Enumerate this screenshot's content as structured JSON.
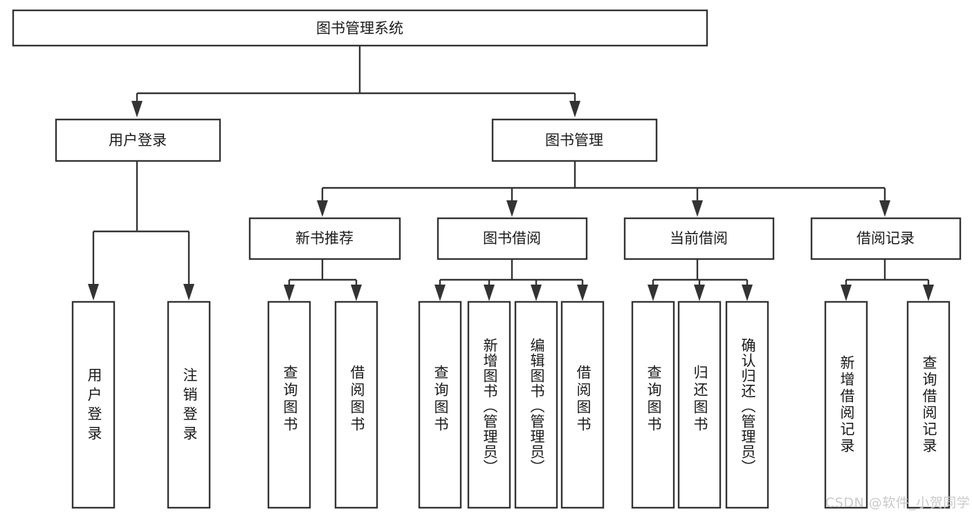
{
  "diagram": {
    "title": "图书管理系统",
    "type": "tree-hierarchy-diagram",
    "watermark": "CSDN @软件_小贺同学",
    "colors": {
      "stroke": "#333333",
      "box_fill": "#ffffff",
      "text": "#1a1a1a",
      "background": "#ffffff",
      "watermark": "#c9c9c9"
    },
    "root": {
      "label": "图书管理系统"
    },
    "level2": [
      {
        "label": "用户登录"
      },
      {
        "label": "图书管理"
      }
    ],
    "level3": [
      {
        "label": "新书推荐"
      },
      {
        "label": "图书借阅"
      },
      {
        "label": "当前借阅"
      },
      {
        "label": "借阅记录"
      }
    ],
    "leaves": {
      "user_login": [
        {
          "label": "用户登录"
        },
        {
          "label": "注销登录"
        }
      ],
      "new_book_recommend": [
        {
          "label": "查询图书"
        },
        {
          "label": "借阅图书"
        }
      ],
      "book_borrow": [
        {
          "label": "查询图书"
        },
        {
          "label": "新增图书（管理员）"
        },
        {
          "label": "编辑图书（管理员）"
        },
        {
          "label": "借阅图书"
        }
      ],
      "current_borrow": [
        {
          "label": "查询图书"
        },
        {
          "label": "归还图书"
        },
        {
          "label": "确认归还（管理员）"
        }
      ],
      "borrow_records": [
        {
          "label": "新增借阅记录"
        },
        {
          "label": "查询借阅记录"
        }
      ]
    }
  }
}
